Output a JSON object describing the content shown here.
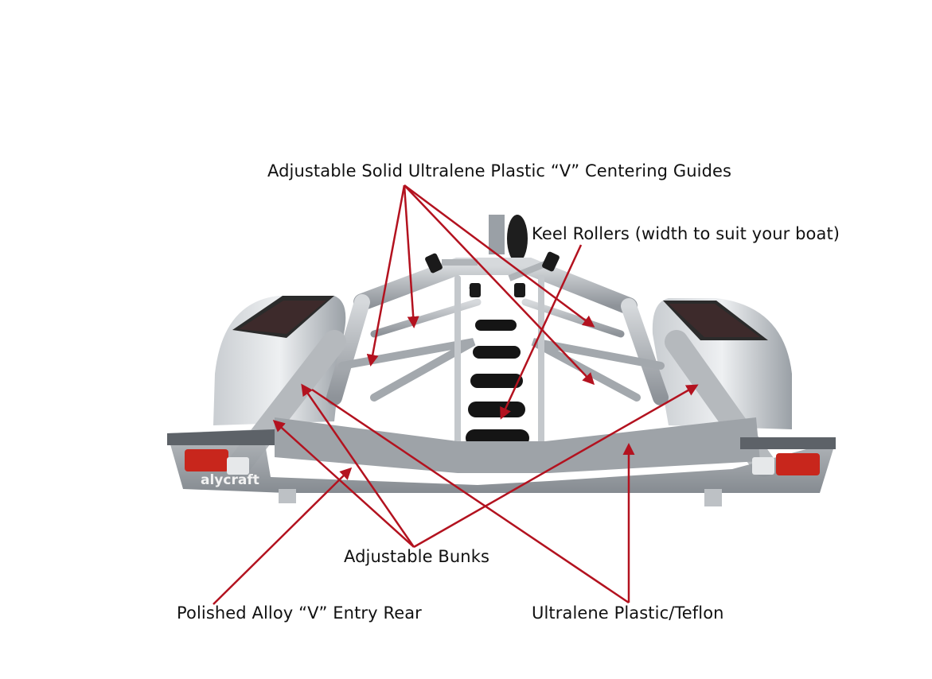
{
  "callouts": {
    "guides": "Adjustable Solid Ultralene Plastic “V” Centering Guides",
    "keel_rollers": "Keel Rollers (width to suit your boat)",
    "bunks": "Adjustable Bunks",
    "entry_rear": "Polished Alloy “V” Entry Rear",
    "teflon": "Ultralene Plastic/Teflon"
  },
  "brand_logo": "alycraft",
  "colors": {
    "callout_line": "#b3121f",
    "label_text": "#111111",
    "galvanized": "#a9adb2",
    "tail_light": "#c8261c"
  }
}
